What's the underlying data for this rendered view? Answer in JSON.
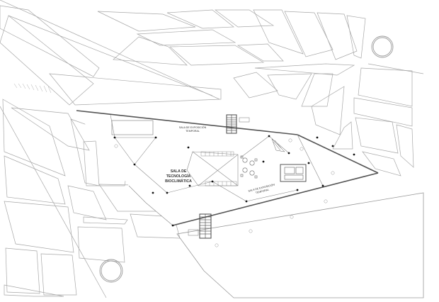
{
  "plan": {
    "labels": {
      "main_room": [
        "SALA DE",
        "TECNOLOGÍA",
        "BIOCLIMÁTICA"
      ],
      "temporary_exhibition_top": [
        "SALA DE EXPOSICIÓN",
        "TEMPORAL"
      ],
      "temporary_exhibition_bottom": [
        "SALA DE EXPOSICIÓN",
        "TEMPORAL"
      ]
    },
    "colors": {
      "background": "#ffffff",
      "line": "#9a9a9a",
      "wall": "#555555",
      "column": "#111111"
    }
  }
}
